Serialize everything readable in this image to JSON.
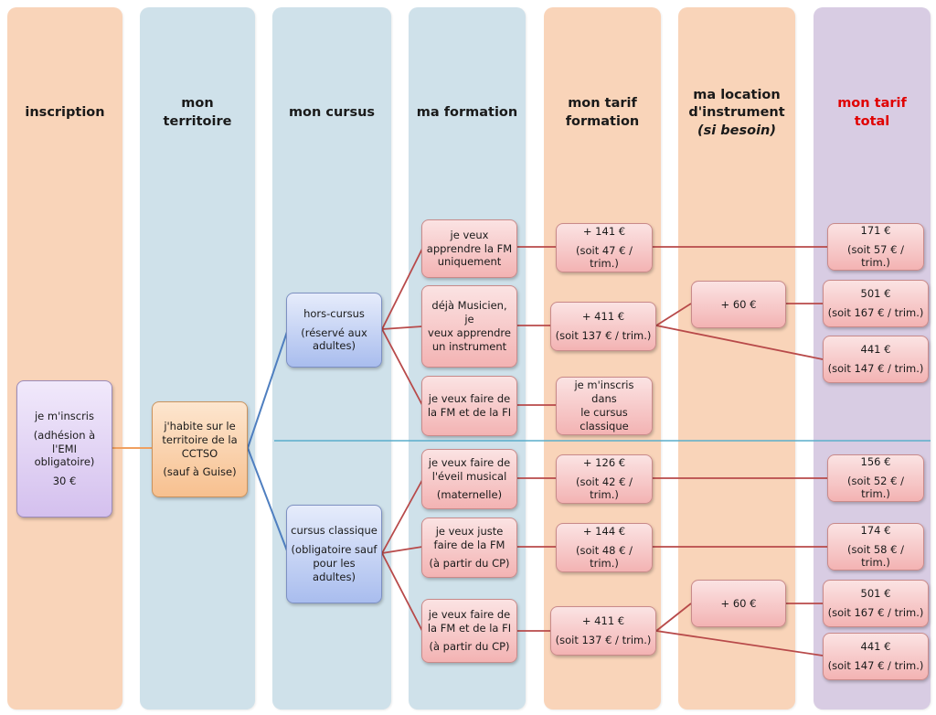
{
  "columns": {
    "inscription": {
      "title": "inscription",
      "color": "#f9d4b9"
    },
    "territoire": {
      "title_line1": "mon",
      "title_line2": "territoire",
      "color": "#cfe1ea"
    },
    "cursus": {
      "title": "mon cursus",
      "color": "#cfe1ea"
    },
    "formation": {
      "title": "ma formation",
      "color": "#cfe1ea"
    },
    "tarif_formation": {
      "title_line1": "mon tarif",
      "title_line2": "formation",
      "color": "#f9d4b9"
    },
    "location": {
      "title_line1": "ma location",
      "title_line2": "d'instrument",
      "title_line3": "(si besoin)",
      "color": "#f9d4b9"
    },
    "tarif_total": {
      "title_line1": "mon tarif",
      "title_line2": "total",
      "color": "#d8cce3",
      "title_color": "#e00000"
    }
  },
  "inscription_box": {
    "line1": "je m'inscris",
    "line2": "(adhésion à",
    "line3": "l'EMI",
    "line4": "obligatoire)",
    "line5": "30 €"
  },
  "territoire_box": {
    "line1": "j'habite sur le",
    "line2": "territoire de la",
    "line3": "CCTSO",
    "line4": "(sauf à Guise)"
  },
  "cursus_boxes": {
    "hors": {
      "line1": "hors-cursus",
      "line2": "(réservé aux",
      "line3": "adultes)"
    },
    "classique": {
      "line1": "cursus classique",
      "line2": "(obligatoire sauf",
      "line3": "pour les adultes)"
    }
  },
  "formation_boxes": {
    "fm": {
      "line1": "je veux",
      "line2": "apprendre la FM",
      "line3": "uniquement"
    },
    "musicien": {
      "line1": "déjà Musicien, je",
      "line2": "veux apprendre",
      "line3": "un instrument"
    },
    "fmfi_hors": {
      "line1": "je veux faire de",
      "line2": "la FM et de la FI"
    },
    "eveil": {
      "line1": "je veux faire de",
      "line2": "l'éveil musical",
      "line3": "(maternelle)"
    },
    "juste_fm": {
      "line1": "je veux juste",
      "line2": "faire de la FM",
      "line3": "(à partir du CP)"
    },
    "fmfi_cl": {
      "line1": "je veux faire de",
      "line2": "la FM et de la FI",
      "line3": "(à partir du CP)"
    }
  },
  "tarif_boxes": {
    "t141": {
      "line1": "+ 141 €",
      "line2": "(soit 47 € / trim.)"
    },
    "t411a": {
      "line1": "+ 411 €",
      "line2": "(soit 137 € / trim.)"
    },
    "tinscr": {
      "line1": "je m'inscris dans",
      "line2": "le cursus",
      "line3": "classique"
    },
    "t126": {
      "line1": "+ 126 €",
      "line2": "(soit 42 € / trim.)"
    },
    "t144": {
      "line1": "+ 144 €",
      "line2": "(soit 48 € / trim.)"
    },
    "t411b": {
      "line1": "+ 411 €",
      "line2": "(soit 137 €  / trim.)"
    }
  },
  "location_boxes": {
    "l1": {
      "line1": "+ 60 €"
    },
    "l2": {
      "line1": "+ 60 €"
    }
  },
  "total_boxes": {
    "tt1": {
      "line1": "171 €",
      "line2": "(soit 57 € / trim.)"
    },
    "tt2": {
      "line1": "501 €",
      "line2": "(soit 167 € / trim.)"
    },
    "tt3": {
      "line1": "441 €",
      "line2": "(soit 147 € / trim.)"
    },
    "tt4": {
      "line1": "156 €",
      "line2": "(soit 52 € / trim.)"
    },
    "tt5": {
      "line1": "174 €",
      "line2": "(soit 58 € / trim.)"
    },
    "tt6": {
      "line1": "501 €",
      "line2": "(soit 167 € / trim.)"
    },
    "tt7": {
      "line1": "441 €",
      "line2": "(soit 147 € / trim.)"
    }
  },
  "connector_colors": {
    "orange": "#f0a060",
    "blue": "#4f7fc0",
    "red": "#b84a4a",
    "divider": "#5aaecb"
  }
}
